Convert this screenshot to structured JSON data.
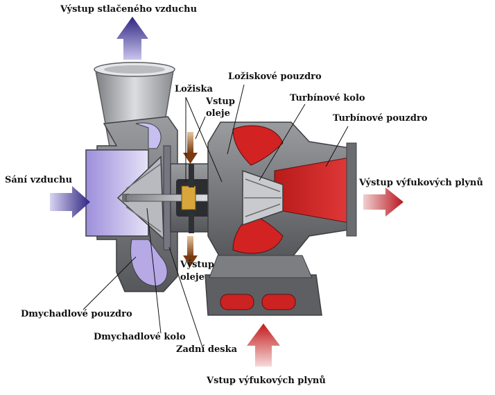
{
  "labels": {
    "compressed_air_outlet": "Výstup stlačeného vzduchu",
    "bearing_housing": "Ložiskové pouzdro",
    "bearings": "Ložiska",
    "oil_inlet_line1": "Vstup",
    "oil_inlet_line2": "oleje",
    "turbine_wheel": "Turbínové kolo",
    "turbine_housing": "Turbínové pouzdro",
    "air_intake": "Sání vzduchu",
    "exhaust_outlet": "Výstup výfukových plynů",
    "oil_outlet_line1": "Výstup",
    "oil_outlet_line2": "oleje",
    "compressor_housing": "Dmychadlové pouzdro",
    "compressor_wheel": "Dmychadlové kolo",
    "back_plate": "Zadní deska",
    "exhaust_inlet": "Vstup výfukových plynů"
  },
  "colors": {
    "cold_air": "#3b2f8f",
    "hot_gas": "#d42020",
    "oil": "#8a4a1a",
    "housing_gray": "#8d8f93",
    "compressor_tint": "#a99ad8"
  }
}
